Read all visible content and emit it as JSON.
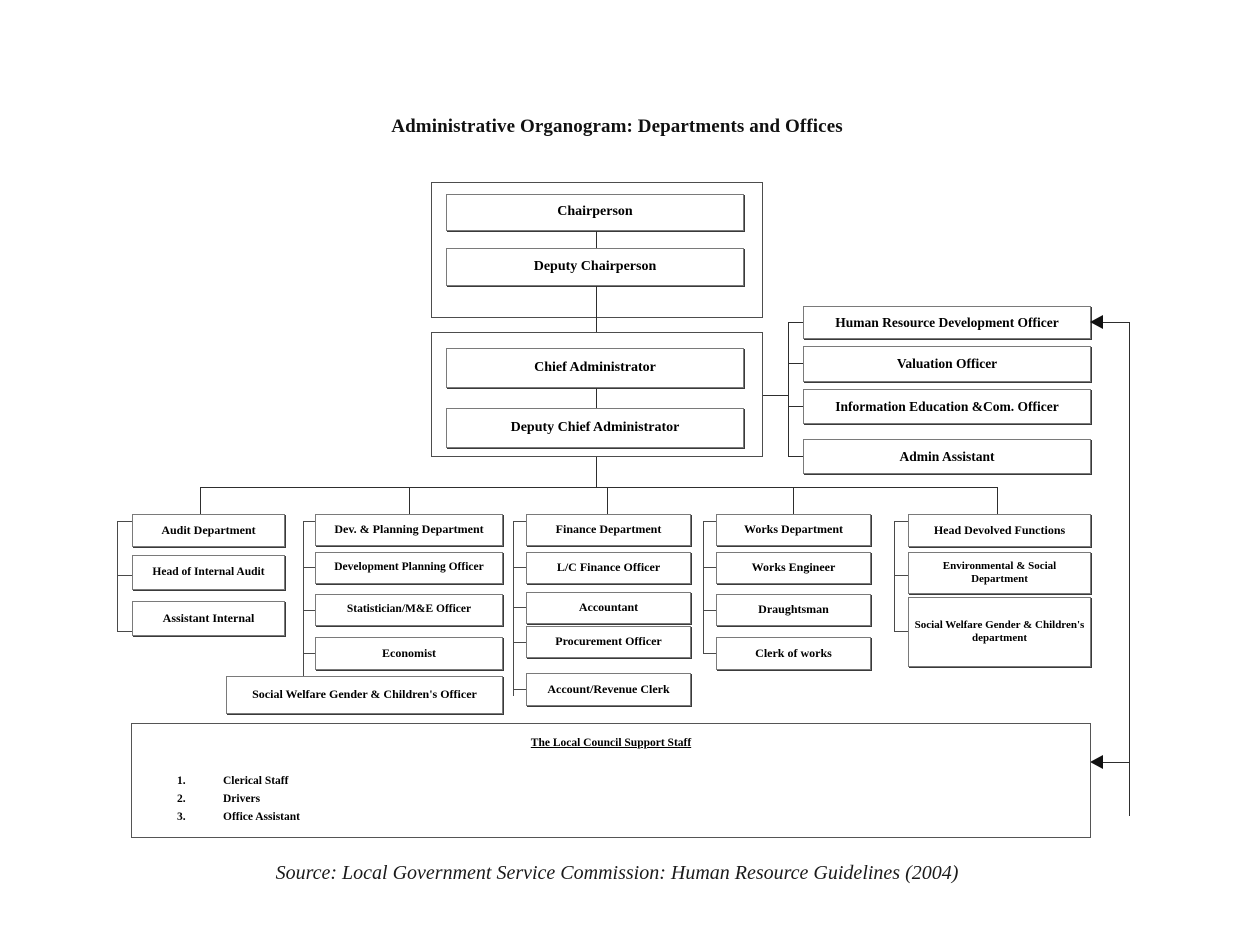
{
  "title": "Administrative Organogram: Departments and Offices",
  "source": "Source: Local Government Service Commission: Human Resource Guidelines (2004)",
  "executive": {
    "council": [
      {
        "label": "Chairperson"
      },
      {
        "label": "Deputy Chairperson"
      }
    ],
    "administration": [
      {
        "label": "Chief Administrator"
      },
      {
        "label": "Deputy Chief Administrator"
      }
    ]
  },
  "officers": [
    {
      "label": "Human Resource Development Officer"
    },
    {
      "label": "Valuation Officer"
    },
    {
      "label": "Information Education &Com. Officer"
    },
    {
      "label": "Admin Assistant"
    }
  ],
  "departments": [
    {
      "name": "Audit Department",
      "staff": [
        {
          "label": "Head of Internal Audit"
        },
        {
          "label": "Assistant Internal"
        }
      ]
    },
    {
      "name": "Dev. & Planning Department",
      "staff": [
        {
          "label": "Development Planning Officer"
        },
        {
          "label": "Statistician/M&E Officer"
        },
        {
          "label": "Economist"
        }
      ]
    },
    {
      "name": "Finance Department",
      "staff": [
        {
          "label": "L/C Finance Officer"
        },
        {
          "label": "Accountant"
        },
        {
          "label": "Procurement Officer"
        },
        {
          "label": "Account/Revenue Clerk"
        }
      ]
    },
    {
      "name": "Works Department",
      "staff": [
        {
          "label": "Works Engineer"
        },
        {
          "label": "Draughtsman"
        },
        {
          "label": "Clerk of works"
        }
      ]
    },
    {
      "name": "Head Devolved Functions",
      "staff": [
        {
          "label": "Environmental & Social Department"
        },
        {
          "label": "Social Welfare Gender & Children's department"
        }
      ]
    }
  ],
  "standalone": {
    "social_welfare_officer": "Social Welfare Gender & Children's Officer"
  },
  "support_staff": {
    "title": "The Local Council Support Staff",
    "items": [
      {
        "num": "1.",
        "label": "Clerical Staff"
      },
      {
        "num": "2.",
        "label": "Drivers"
      },
      {
        "num": "3.",
        "label": "Office Assistant"
      }
    ]
  },
  "colors": {
    "line": "#2e2e2e",
    "box_border": "#7a7a7a",
    "text": "#000000",
    "background": "#ffffff"
  }
}
